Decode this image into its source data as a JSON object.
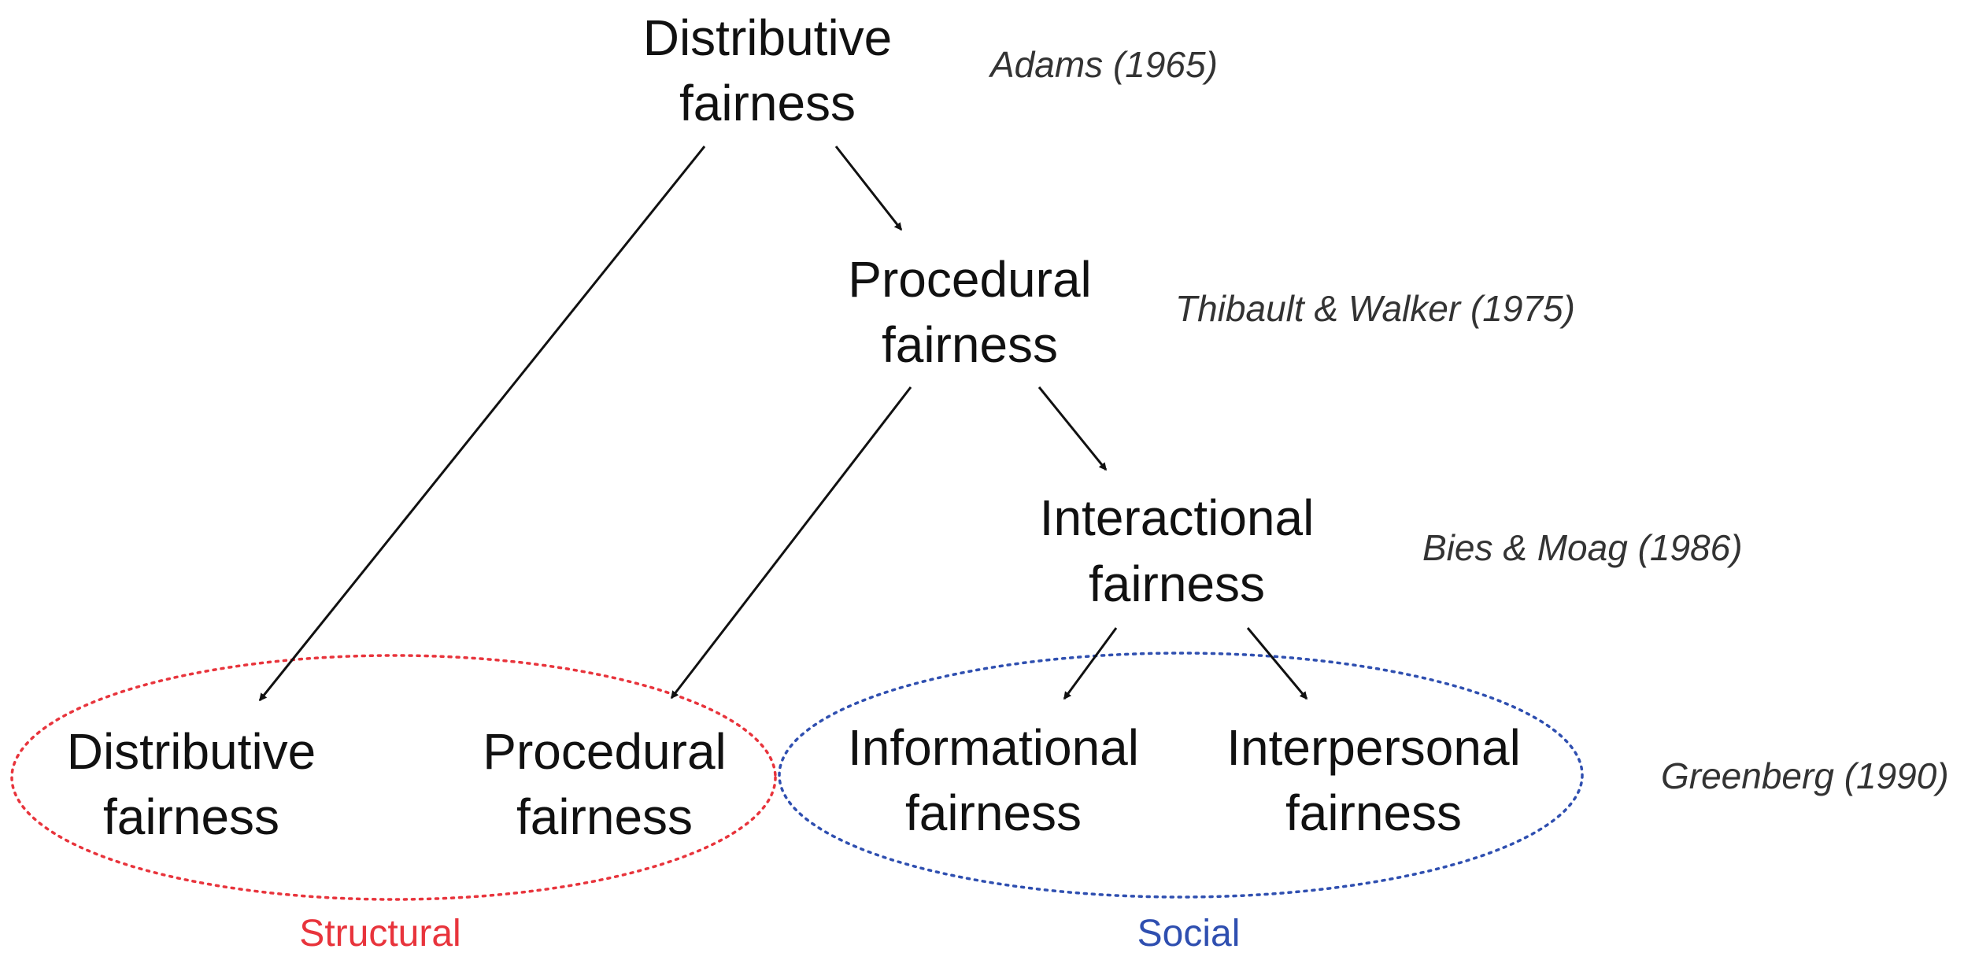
{
  "nodes": {
    "distributive_top": {
      "line1": "Distributive",
      "line2": "fairness"
    },
    "procedural_mid": {
      "line1": "Procedural",
      "line2": "fairness"
    },
    "interactional": {
      "line1": "Interactional",
      "line2": "fairness"
    },
    "distributive_bottom": {
      "line1": "Distributive",
      "line2": "fairness"
    },
    "procedural_bottom": {
      "line1": "Procedural",
      "line2": "fairness"
    },
    "informational": {
      "line1": "Informational",
      "line2": "fairness"
    },
    "interpersonal": {
      "line1": "Interpersonal",
      "line2": "fairness"
    }
  },
  "citations": {
    "adams": "Adams (1965)",
    "thibault": "Thibault & Walker (1975)",
    "bies": "Bies & Moag (1986)",
    "greenberg": "Greenberg (1990)"
  },
  "groups": {
    "structural": {
      "label": "Structural",
      "color": "#e8343c"
    },
    "social": {
      "label": "Social",
      "color": "#2f4fb0"
    }
  }
}
